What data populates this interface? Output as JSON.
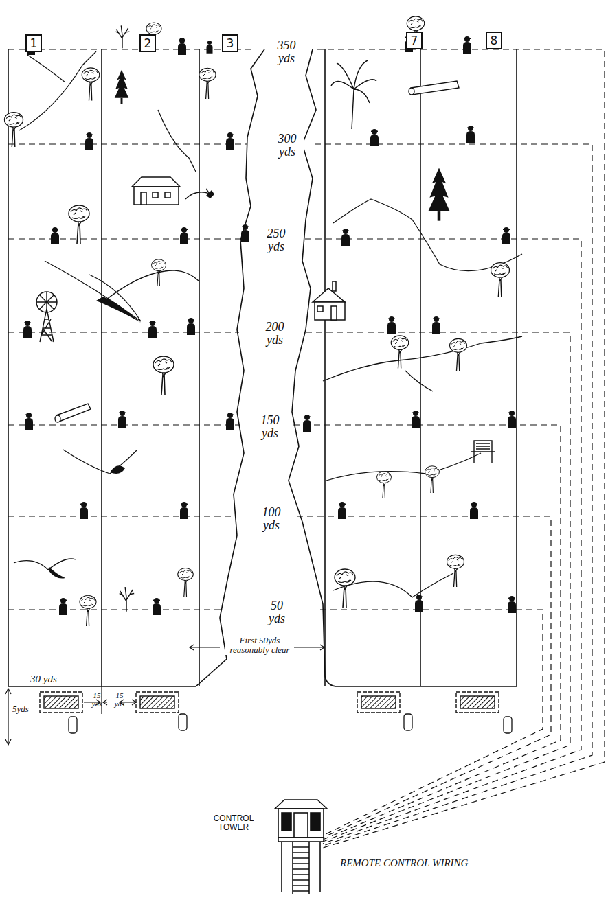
{
  "diagram": {
    "nodes": [
      {
        "text": [
          "1"
        ]
      },
      {
        "text": [
          "2"
        ]
      },
      {
        "text": [
          "3"
        ]
      },
      {
        "text": [
          "7"
        ]
      },
      {
        "text": [
          "8"
        ]
      }
    ],
    "labels": [
      "350 yds",
      "300 yds",
      "250 yds",
      "200 yds",
      "150 yds",
      "100 yds",
      "50 yds",
      "First 50yds reasonably clear",
      "30 yds",
      "15 yds",
      "15 yds",
      "5yds",
      "CONTROL TOWER",
      "REMOTE CONTROL WIRING"
    ]
  }
}
